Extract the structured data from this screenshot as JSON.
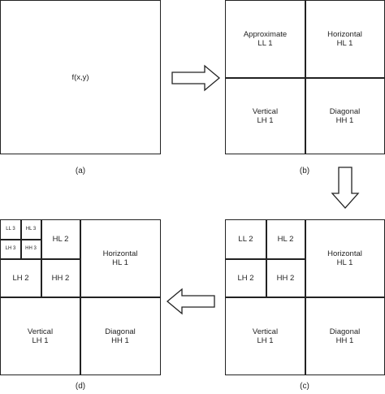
{
  "a": {
    "func": "f(x,y)",
    "caption": "(a)"
  },
  "b": {
    "ll": [
      "Approximate",
      "LL 1"
    ],
    "hl": [
      "Horizontal",
      "HL 1"
    ],
    "lh": [
      "Vertical",
      "LH 1"
    ],
    "hh": [
      "Diagonal",
      "HH 1"
    ],
    "caption": "(b)"
  },
  "c": {
    "ll2": "LL 2",
    "hl2": "HL 2",
    "lh2": "LH 2",
    "hh2": "HH 2",
    "hl": [
      "Horizontal",
      "HL 1"
    ],
    "lh": [
      "Vertical",
      "LH 1"
    ],
    "hh": [
      "Diagonal",
      "HH 1"
    ],
    "caption": "(c)"
  },
  "d": {
    "ll3": "LL 3",
    "hl3": "HL 3",
    "lh3": "LH 3",
    "hh3": "HH 3",
    "hl2": "HL 2",
    "lh2": "LH 2",
    "hh2": "HH 2",
    "hl": [
      "Horizontal",
      "HL 1"
    ],
    "lh": [
      "Vertical",
      "LH 1"
    ],
    "hh": [
      "Diagonal",
      "HH 1"
    ],
    "caption": "(d)"
  }
}
